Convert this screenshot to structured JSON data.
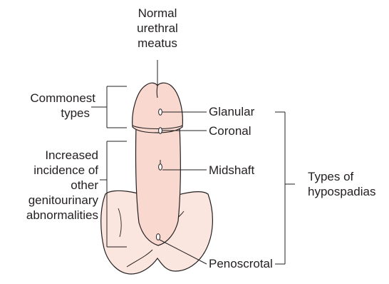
{
  "diagram": {
    "top_label": [
      "Normal",
      "urethral",
      "meatus"
    ],
    "left_labels": {
      "commonest": [
        "Commonest",
        "types"
      ],
      "incidence": [
        "Increased",
        "incidence of",
        "other",
        "genitourinary",
        "abnormalities"
      ]
    },
    "sites": {
      "glanular": "Glanular",
      "coronal": "Coronal",
      "midshaft": "Midshaft",
      "penoscrotal": "Penoscrotal"
    },
    "group_label": [
      "Types of",
      "hypospadias"
    ],
    "colors": {
      "skin_fill": "#f9d9cf",
      "scrotum_fill": "#fbe6df",
      "outline": "#231f20",
      "text": "#231f20"
    }
  }
}
